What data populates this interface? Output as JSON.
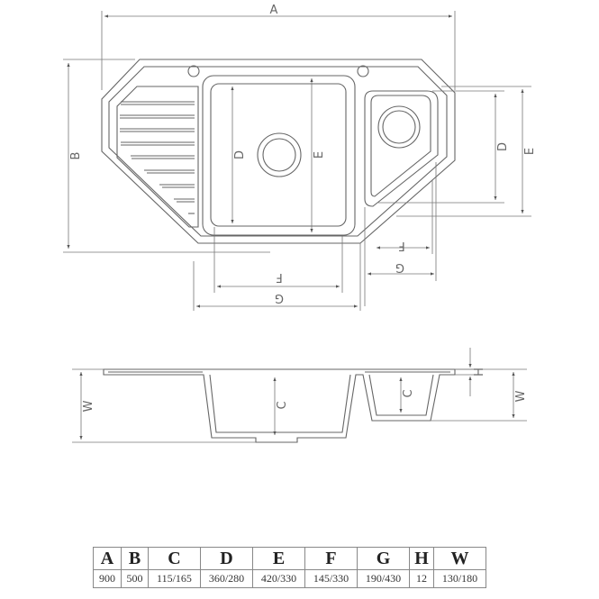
{
  "labels": {
    "A": "A",
    "B": "B",
    "D_main": "D",
    "E_main": "E",
    "D_small": "D",
    "E_small": "E",
    "F_small": "F",
    "G_small": "G",
    "F_main": "F",
    "G_main": "G",
    "W_left": "W",
    "C_main": "C",
    "C_small": "C",
    "H": "H",
    "W_right": "W"
  },
  "table": {
    "headers": [
      "A",
      "B",
      "C",
      "D",
      "E",
      "F",
      "G",
      "H",
      "W"
    ],
    "values": [
      "900",
      "500",
      "115/165",
      "360/280",
      "420/330",
      "145/330",
      "190/430",
      "12",
      "130/180"
    ]
  }
}
